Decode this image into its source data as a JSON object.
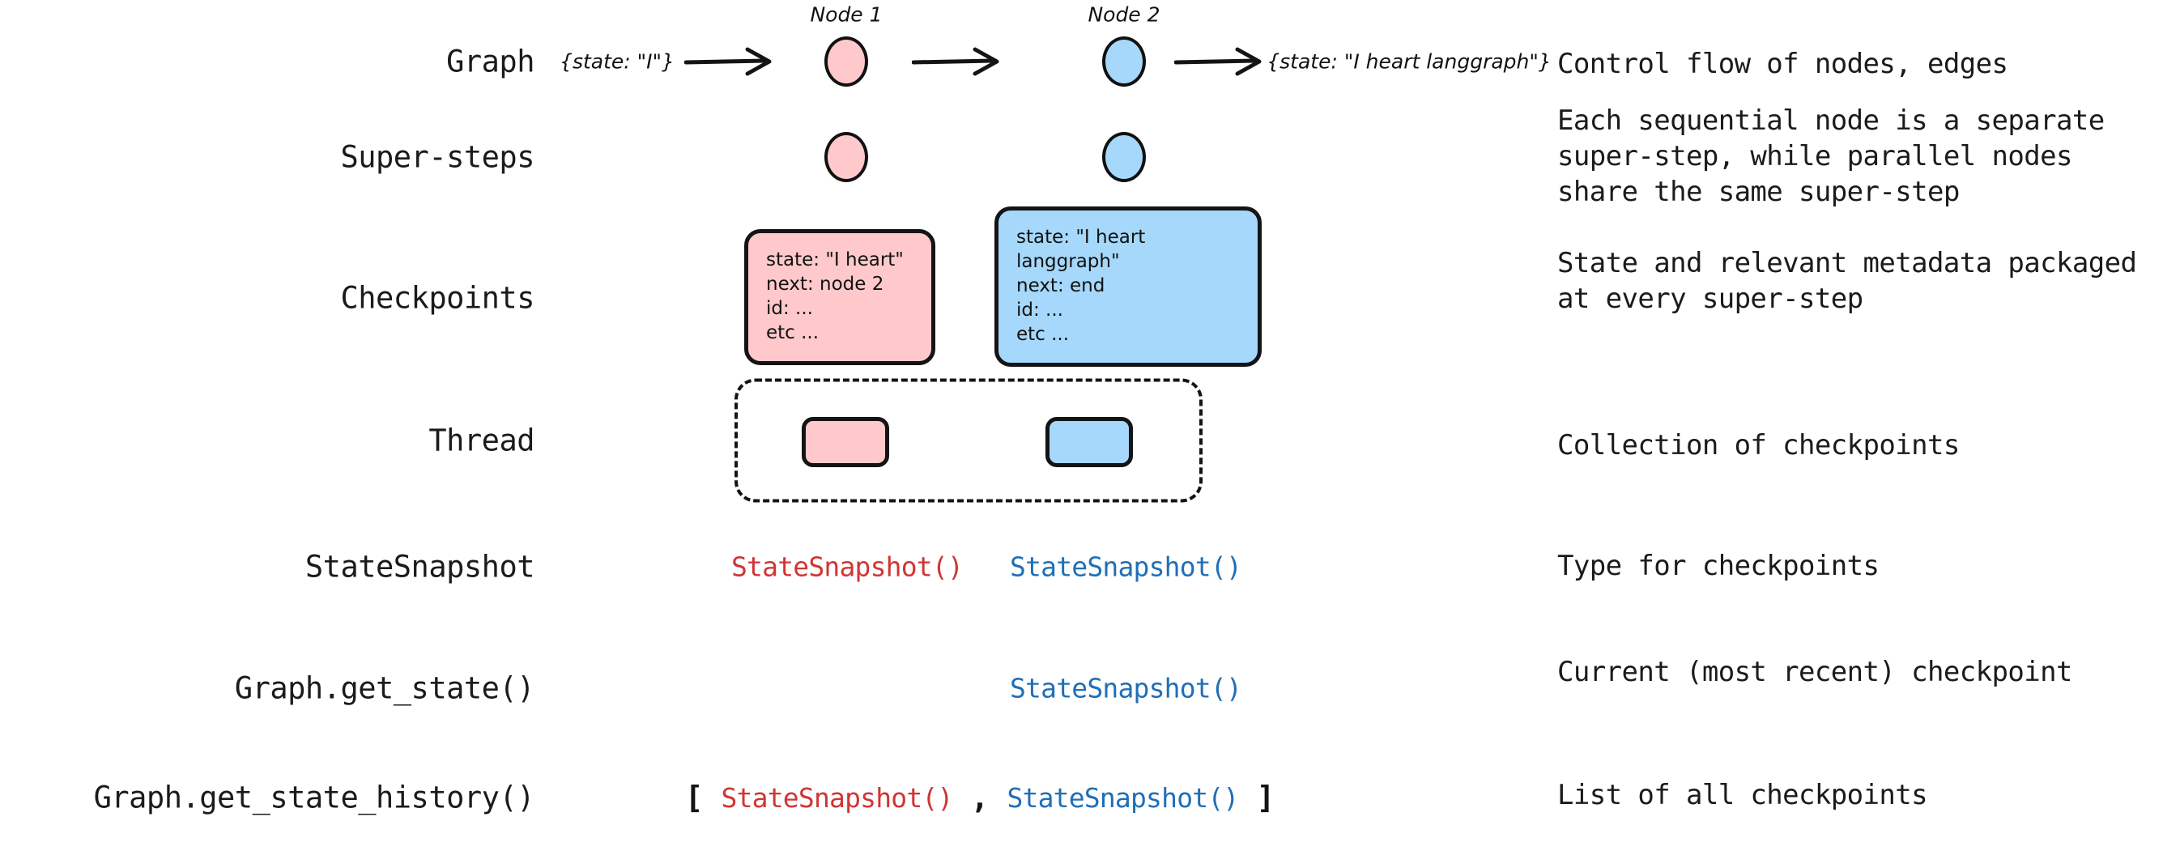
{
  "rows": [
    {
      "label": "Graph",
      "description": "Control flow of nodes, edges"
    },
    {
      "label": "Super-steps",
      "description": "Each sequential node is a separate\nsuper-step, while parallel nodes\nshare the same super-step"
    },
    {
      "label": "Checkpoints",
      "description": "State and relevant metadata packaged\nat every super-step"
    },
    {
      "label": "Thread",
      "description": "Collection of checkpoints"
    },
    {
      "label": "StateSnapshot",
      "description": "Type for checkpoints"
    },
    {
      "label": "Graph.get_state()",
      "description": "Current (most recent) checkpoint"
    },
    {
      "label": "Graph.get_state_history()",
      "description": "List of all checkpoints"
    }
  ],
  "graph_row": {
    "input_state": "{state: \"I\"}",
    "output_state": "{state: \"I heart langgraph\"}",
    "node1_caption": "Node 1",
    "node2_caption": "Node 2"
  },
  "checkpoints": {
    "node1": "state: \"I heart\"\nnext: node 2\nid: ...\netc ...",
    "node2": "state: \"I heart langgraph\"\nnext: end\nid: ...\netc ..."
  },
  "snapshots": {
    "label": "StateSnapshot()",
    "open_bracket": "[",
    "comma": ",",
    "close_bracket": "]"
  },
  "colors": {
    "node_pink_fill": "#FFC9CC",
    "node_blue_fill": "#A5D8FA",
    "stroke": "#141414",
    "snapshot_red": "#D03535",
    "snapshot_blue": "#1F6FB8",
    "text": "#1b1b1b",
    "background": "#ffffff"
  }
}
